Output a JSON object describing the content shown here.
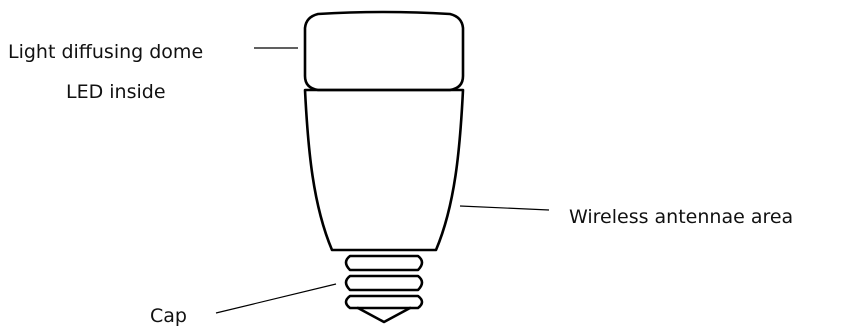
{
  "labels": {
    "dome": "Light diffusing dome",
    "led": "LED inside",
    "antenna": "Wireless antennae area",
    "cap": "Cap"
  },
  "colors": {
    "stroke": "#000000",
    "text": "#111111",
    "background": "#ffffff"
  }
}
